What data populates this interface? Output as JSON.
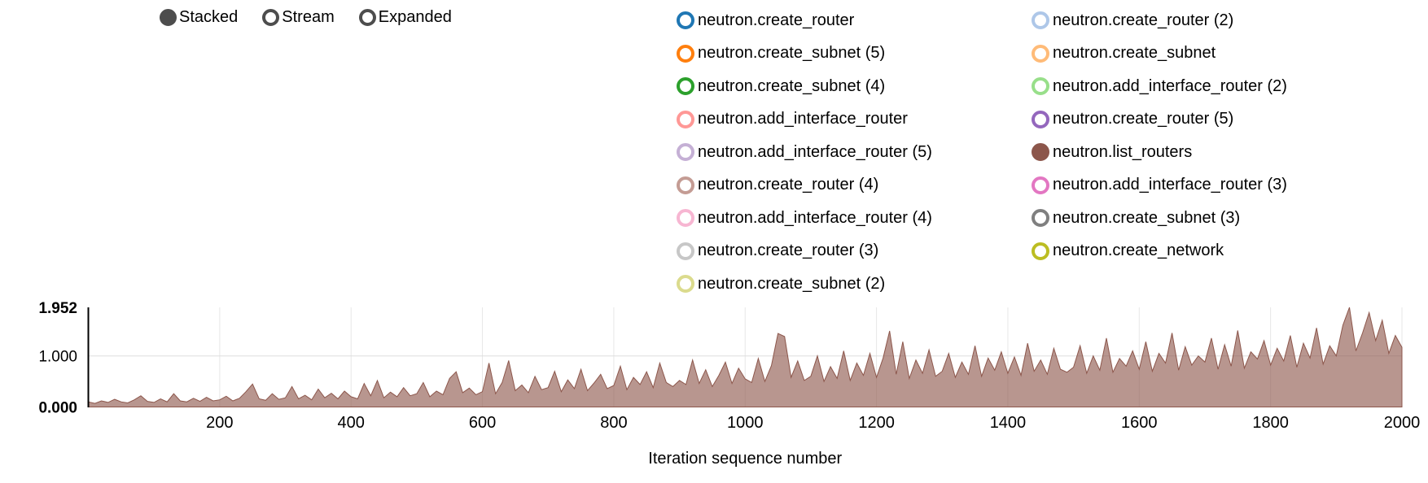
{
  "controls": {
    "options": [
      {
        "label": "Stacked",
        "selected": true
      },
      {
        "label": "Stream",
        "selected": false
      },
      {
        "label": "Expanded",
        "selected": false
      }
    ]
  },
  "legend": {
    "columns": [
      [
        {
          "label": "neutron.create_router",
          "color": "#1f77b4",
          "filled": false
        },
        {
          "label": "neutron.create_subnet (5)",
          "color": "#ff7f0e",
          "filled": false
        },
        {
          "label": "neutron.create_subnet (4)",
          "color": "#2ca02c",
          "filled": false
        },
        {
          "label": "neutron.add_interface_router",
          "color": "#ff9896",
          "filled": false
        },
        {
          "label": "neutron.add_interface_router (5)",
          "color": "#c5b0d5",
          "filled": false
        },
        {
          "label": "neutron.create_router (4)",
          "color": "#c49c94",
          "filled": false
        },
        {
          "label": "neutron.add_interface_router (4)",
          "color": "#f7b6d2",
          "filled": false
        },
        {
          "label": "neutron.create_router (3)",
          "color": "#c7c7c7",
          "filled": false
        },
        {
          "label": "neutron.create_subnet (2)",
          "color": "#dbdb8d",
          "filled": false
        }
      ],
      [
        {
          "label": "neutron.create_router (2)",
          "color": "#aec7e8",
          "filled": false
        },
        {
          "label": "neutron.create_subnet",
          "color": "#ffbb78",
          "filled": false
        },
        {
          "label": "neutron.add_interface_router (2)",
          "color": "#98df8a",
          "filled": false
        },
        {
          "label": "neutron.create_router (5)",
          "color": "#9467bd",
          "filled": false
        },
        {
          "label": "neutron.list_routers",
          "color": "#8c564b",
          "filled": true
        },
        {
          "label": "neutron.add_interface_router (3)",
          "color": "#e377c2",
          "filled": false
        },
        {
          "label": "neutron.create_subnet (3)",
          "color": "#7f7f7f",
          "filled": false
        },
        {
          "label": "neutron.create_network",
          "color": "#bcbd22",
          "filled": false
        }
      ]
    ]
  },
  "chart_data": {
    "type": "area",
    "title": "",
    "xlabel": "Iteration sequence number",
    "ylabel": "",
    "xlim": [
      0,
      2000
    ],
    "ylim": [
      0,
      1.952
    ],
    "grid": true,
    "x_ticks": [
      200,
      400,
      600,
      800,
      1000,
      1200,
      1400,
      1600,
      1800,
      2000
    ],
    "y_ticks": [
      {
        "value": 1.952,
        "label": "1.952",
        "bold": true
      },
      {
        "value": 1.0,
        "label": "1.000",
        "bold": false
      },
      {
        "value": 0.0,
        "label": "0.000",
        "bold": true
      }
    ],
    "series": [
      {
        "name": "neutron.list_routers",
        "color": "#8c564b",
        "fill_opacity": 0.62,
        "x_start": 0,
        "x_step": 10,
        "values": [
          0.1,
          0.07,
          0.12,
          0.09,
          0.15,
          0.1,
          0.08,
          0.14,
          0.22,
          0.11,
          0.09,
          0.16,
          0.1,
          0.26,
          0.12,
          0.1,
          0.17,
          0.11,
          0.19,
          0.12,
          0.14,
          0.21,
          0.12,
          0.17,
          0.3,
          0.45,
          0.16,
          0.13,
          0.26,
          0.15,
          0.18,
          0.4,
          0.16,
          0.23,
          0.14,
          0.35,
          0.18,
          0.27,
          0.16,
          0.31,
          0.2,
          0.16,
          0.46,
          0.22,
          0.52,
          0.18,
          0.29,
          0.2,
          0.38,
          0.22,
          0.26,
          0.48,
          0.2,
          0.31,
          0.24,
          0.56,
          0.69,
          0.28,
          0.37,
          0.24,
          0.3,
          0.86,
          0.26,
          0.48,
          0.91,
          0.32,
          0.43,
          0.28,
          0.6,
          0.34,
          0.38,
          0.7,
          0.3,
          0.53,
          0.36,
          0.74,
          0.32,
          0.47,
          0.64,
          0.36,
          0.42,
          0.8,
          0.34,
          0.58,
          0.44,
          0.69,
          0.38,
          0.86,
          0.48,
          0.4,
          0.52,
          0.44,
          0.92,
          0.46,
          0.73,
          0.4,
          0.62,
          0.88,
          0.46,
          0.76,
          0.55,
          0.48,
          0.95,
          0.5,
          0.81,
          1.44,
          1.38,
          0.58,
          0.9,
          0.52,
          0.6,
          1.0,
          0.5,
          0.79,
          0.56,
          1.1,
          0.52,
          0.86,
          0.62,
          1.05,
          0.58,
          0.96,
          1.49,
          0.64,
          1.28,
          0.56,
          0.92,
          0.66,
          1.12,
          0.6,
          0.7,
          1.05,
          0.58,
          0.88,
          0.64,
          1.2,
          0.6,
          0.96,
          0.72,
          1.08,
          0.66,
          0.98,
          0.62,
          1.25,
          0.7,
          0.92,
          0.64,
          1.15,
          0.74,
          0.68,
          0.78,
          1.2,
          0.66,
          1.0,
          0.72,
          1.35,
          0.68,
          0.95,
          0.8,
          1.1,
          0.74,
          1.28,
          0.7,
          1.05,
          0.86,
          1.45,
          0.72,
          1.18,
          0.82,
          1.0,
          0.88,
          1.35,
          0.74,
          1.22,
          0.8,
          1.5,
          0.76,
          1.08,
          0.94,
          1.3,
          0.82,
          1.15,
          0.9,
          1.4,
          0.78,
          1.25,
          0.96,
          1.55,
          0.84,
          1.2,
          1.0,
          1.6,
          1.952,
          1.1,
          1.45,
          1.85,
          1.3,
          1.7,
          1.05,
          1.4,
          1.17
        ]
      }
    ],
    "colors": {
      "area_fill_base": "#8c564b",
      "grid_line": "#e7e7e7",
      "axis_line": "#000000",
      "radio": "#4d4d4d"
    }
  }
}
